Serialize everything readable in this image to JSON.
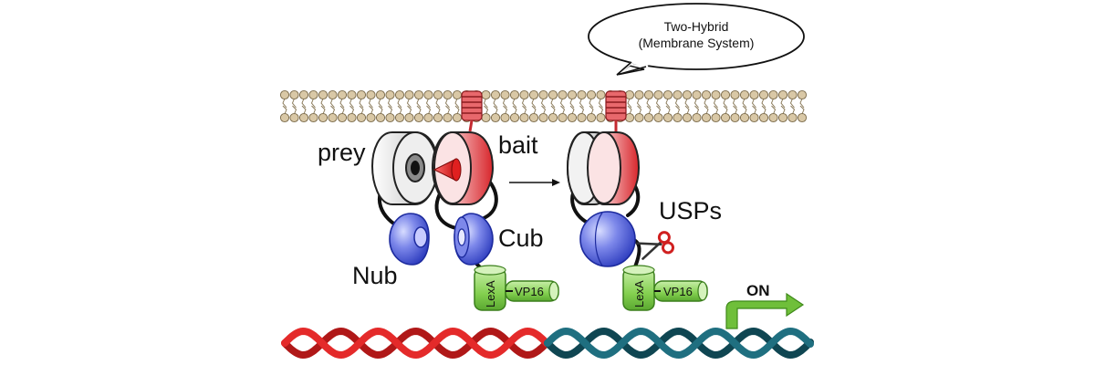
{
  "speech_bubble": {
    "line1": "Two-Hybrid",
    "line2": "(Membrane System)"
  },
  "labels": {
    "prey": "prey",
    "bait": "bait",
    "nub": "Nub",
    "cub": "Cub",
    "usps": "USPs",
    "lexa_left": "LexA",
    "vp16_left": "VP16",
    "lexa_right": "LexA",
    "vp16_right": "VP16",
    "on": "ON"
  },
  "colors": {
    "membrane_head": "#d9c8a6",
    "bait_red": "#e0343a",
    "nub_blue": "#4a58d8",
    "lexa_green": "#7ccb48",
    "dna_red": "#e42a2a",
    "dna_teal": "#1f6f80",
    "on_arrow": "#6fbf3a"
  },
  "icons": [
    "scissors-icon",
    "reaction-arrow-icon",
    "on-arrow-icon"
  ]
}
